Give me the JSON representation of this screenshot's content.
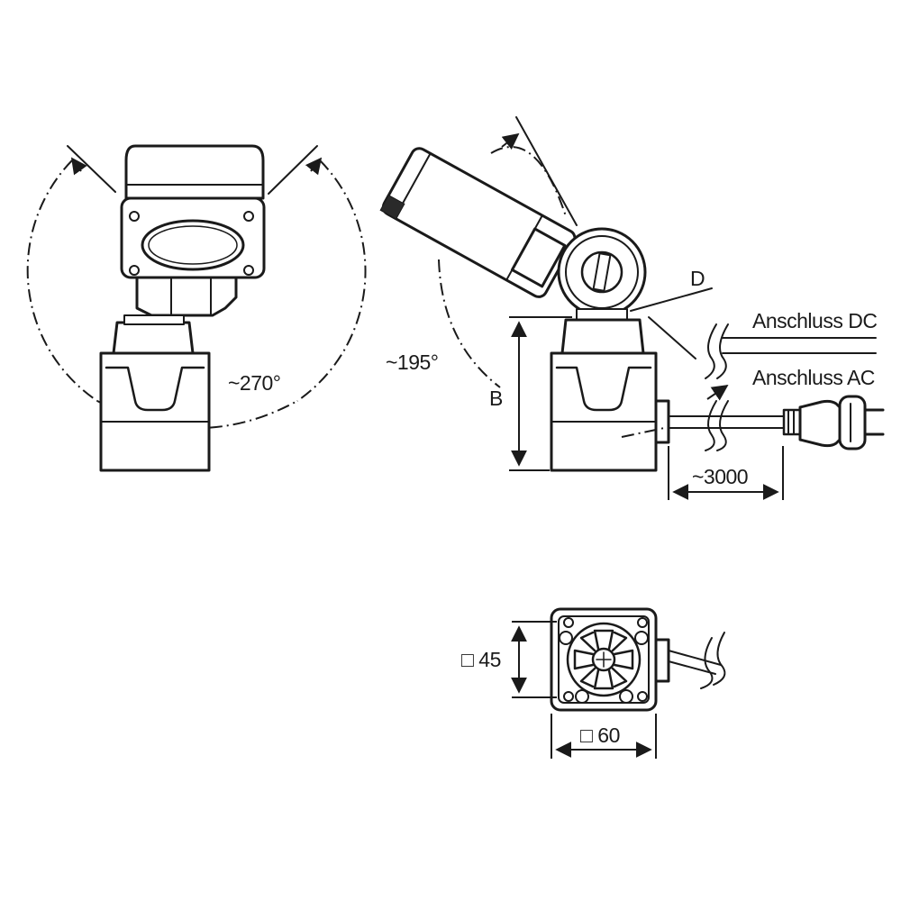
{
  "labels": {
    "angle_front": "~270°",
    "angle_side": "~195°",
    "dim_d": "D",
    "dim_b": "B",
    "connection_dc": "Anschluss DC",
    "connection_ac": "Anschluss AC",
    "cable_length": "~3000",
    "base_depth": "□ 45",
    "base_width": "□ 60"
  },
  "colors": {
    "line": "#1a1a1a",
    "background": "#ffffff",
    "housing_dark": "#2a2a2a"
  }
}
